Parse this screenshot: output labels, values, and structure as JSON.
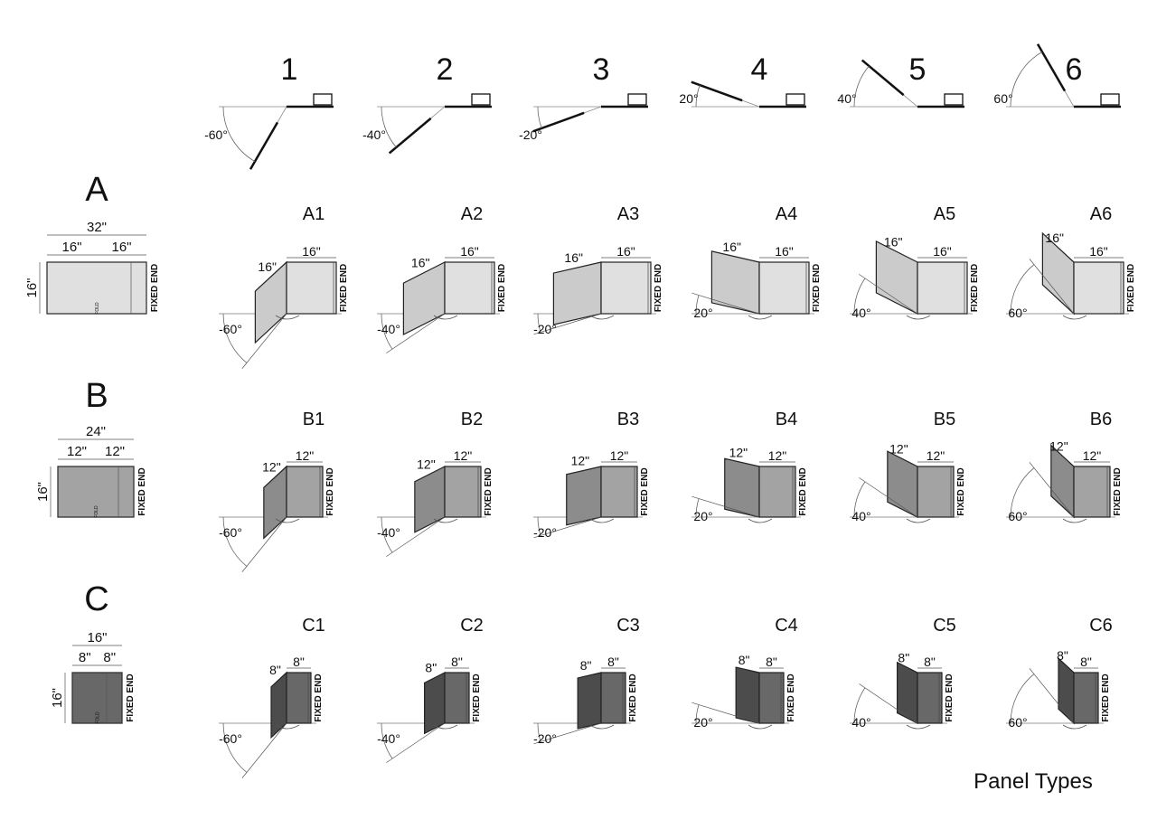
{
  "title": "Panel Types",
  "columns": [
    {
      "num": "1",
      "angle_label": "-60°",
      "angle": -60
    },
    {
      "num": "2",
      "angle_label": "-40°",
      "angle": -40
    },
    {
      "num": "3",
      "angle_label": "-20°",
      "angle": -20
    },
    {
      "num": "4",
      "angle_label": "20°",
      "angle": 20
    },
    {
      "num": "5",
      "angle_label": "40°",
      "angle": 40
    },
    {
      "num": "6",
      "angle_label": "60°",
      "angle": 60
    }
  ],
  "rows": [
    {
      "id": "A",
      "total": "32\"",
      "half": "16\"",
      "height": "16\"",
      "fold": "FOLD",
      "fixed": "FIXED END",
      "panels": [
        "A1",
        "A2",
        "A3",
        "A4",
        "A5",
        "A6"
      ],
      "fixed_color": "#e0e0e0",
      "fold_color": "#cbcbcb"
    },
    {
      "id": "B",
      "total": "24\"",
      "half": "12\"",
      "height": "16\"",
      "fold": "FOLD",
      "fixed": "FIXED END",
      "panels": [
        "B1",
        "B2",
        "B3",
        "B4",
        "B5",
        "B6"
      ],
      "fixed_color": "#a3a3a3",
      "fold_color": "#8c8c8c"
    },
    {
      "id": "C",
      "total": "16\"",
      "half": "8\"",
      "height": "16\"",
      "fold": "FOLD",
      "fixed": "FIXED END",
      "panels": [
        "C1",
        "C2",
        "C3",
        "C4",
        "C5",
        "C6"
      ],
      "fixed_color": "#686868",
      "fold_color": "#4c4c4c"
    }
  ]
}
